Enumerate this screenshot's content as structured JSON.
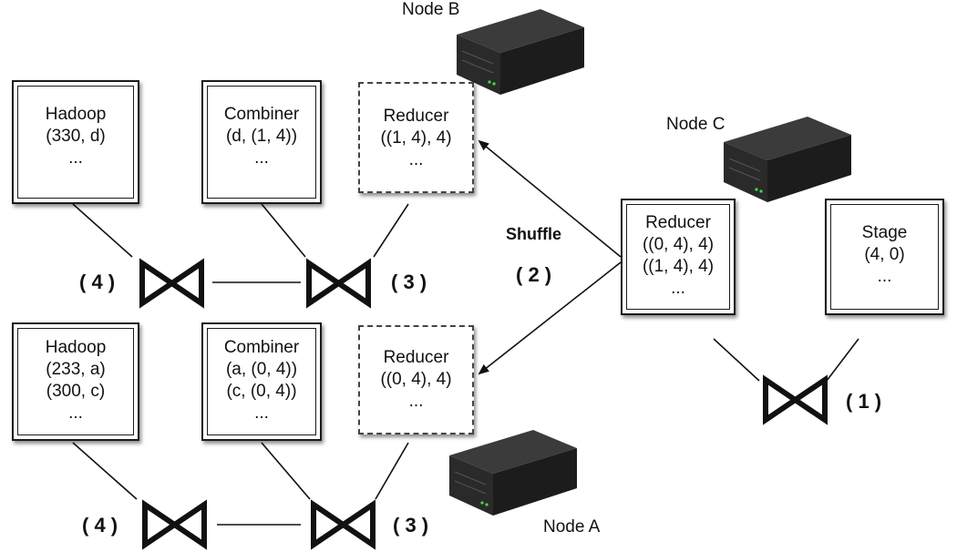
{
  "boxes": {
    "top_hadoop": {
      "title": "Hadoop",
      "lines": [
        "(330, d)",
        "..."
      ]
    },
    "top_combiner": {
      "title": "Combiner",
      "lines": [
        "(d, (1, 4))",
        "..."
      ]
    },
    "top_reducer": {
      "title": "Reducer",
      "lines": [
        "((1, 4), 4)",
        "..."
      ]
    },
    "mid_reducer": {
      "title": "Reducer",
      "lines": [
        "((0, 4), 4)",
        "((1, 4), 4)",
        "..."
      ]
    },
    "stage": {
      "title": "Stage",
      "lines": [
        "(4, 0)",
        "..."
      ]
    },
    "bot_hadoop": {
      "title": "Hadoop",
      "lines": [
        "(233, a)",
        "(300, c)",
        "..."
      ]
    },
    "bot_combiner": {
      "title": "Combiner",
      "lines": [
        "(a, (0, 4))",
        "(c, (0, 4))",
        "..."
      ]
    },
    "bot_reducer": {
      "title": "Reducer",
      "lines": [
        "((0, 4), 4)",
        "..."
      ]
    }
  },
  "nodes": {
    "node_b": "Node B",
    "node_c": "Node C",
    "node_a": "Node A"
  },
  "shuffle_label": "Shuffle",
  "steps": {
    "step_1": "( 1 )",
    "step_2": "( 2 )",
    "step_3_top": "( 3 )",
    "step_4_top": "( 4 )",
    "step_3_bottom": "( 3 )",
    "step_4_bottom": "( 4 )"
  },
  "icons": {
    "server": "server-icon",
    "join": "bowtie-join-icon"
  },
  "colors": {
    "server_top": "#3b3b3b",
    "server_front": "#2a2a2a",
    "server_side": "#1c1c1c",
    "led": "#44dd44",
    "stroke": "#111111"
  }
}
